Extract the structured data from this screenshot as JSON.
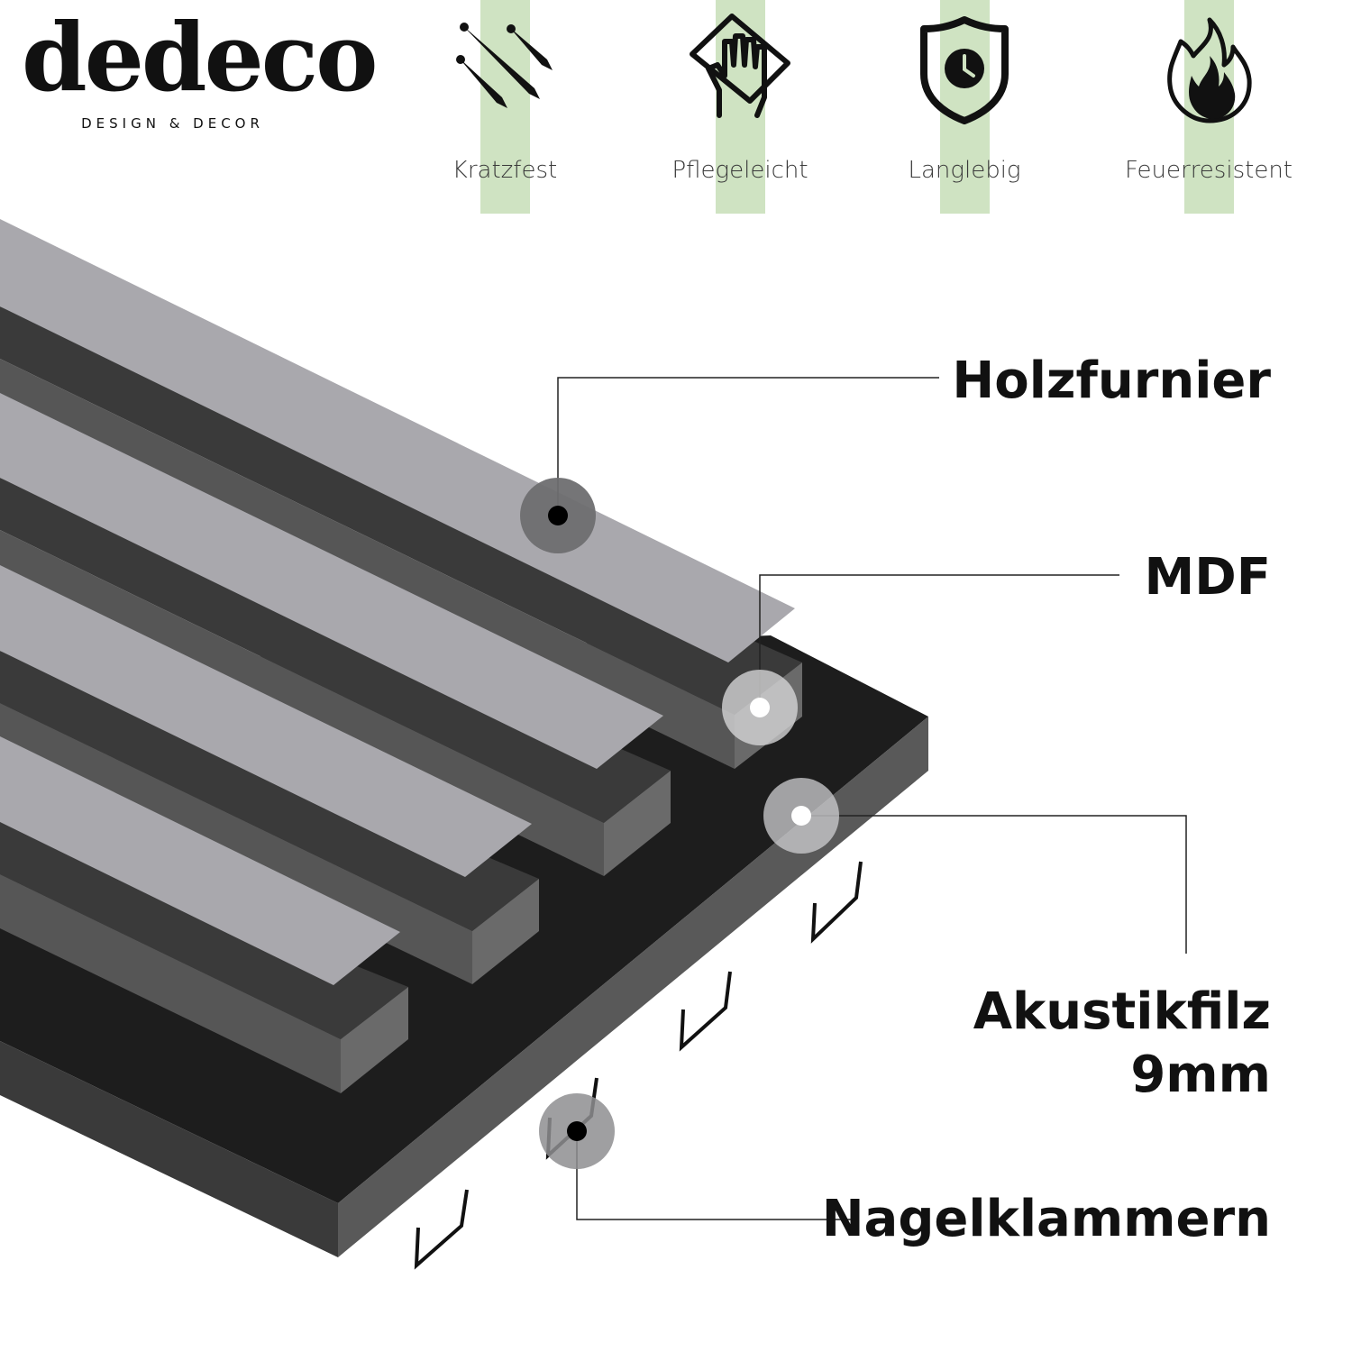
{
  "brand": {
    "name": "dedeco",
    "tagline": "DESIGN & DECOR"
  },
  "features": [
    {
      "label": "Kratzfest",
      "icon": "scratch-icon"
    },
    {
      "label": "Pflegeleicht",
      "icon": "cleaning-hand-icon"
    },
    {
      "label": "Langlebig",
      "icon": "shield-clock-icon"
    },
    {
      "label": "Feuerresistent",
      "icon": "flame-icon"
    }
  ],
  "layers": [
    {
      "label": "Holzfurnier"
    },
    {
      "label": "MDF"
    },
    {
      "label": "Akustikfilz",
      "detail": "9mm"
    },
    {
      "label": "Nagelklammern"
    }
  ],
  "colors": {
    "accent": "#cfe3c2",
    "veneer": "#a9a8ad",
    "mdf_dark": "#3a3a3a",
    "mdf_side": "#5c5c5c",
    "felt_top": "#1d1d1d",
    "felt_side": "#595959"
  }
}
